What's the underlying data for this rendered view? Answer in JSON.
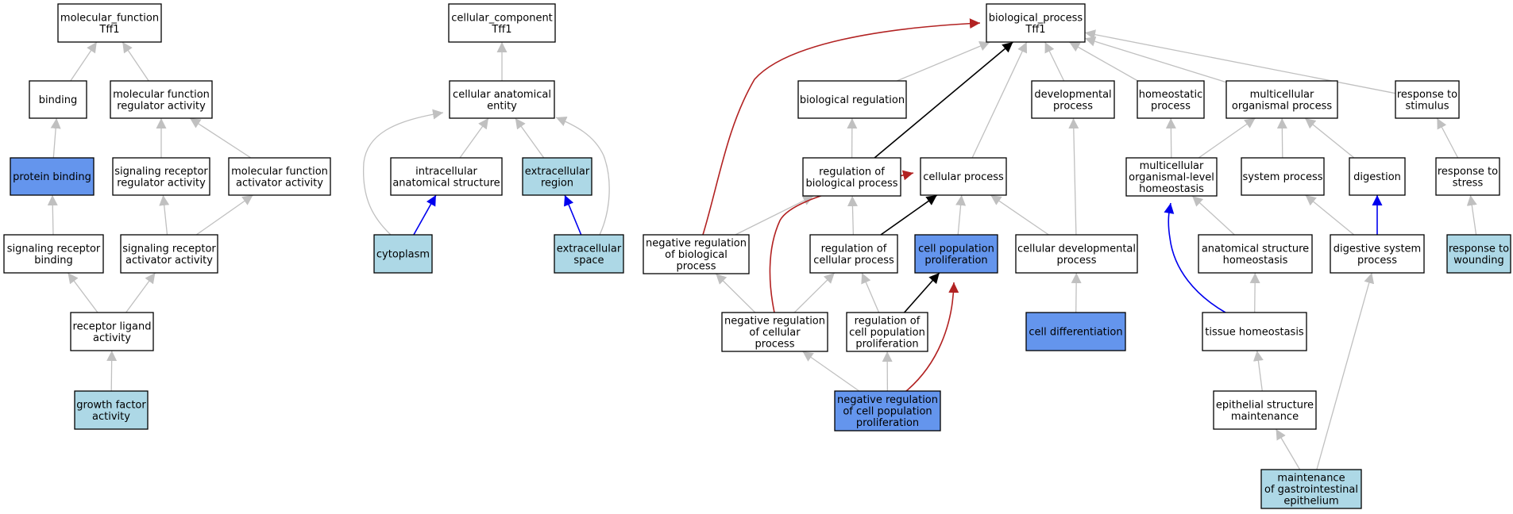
{
  "colors": {
    "fill_plain": "#ffffff",
    "fill_light": "#add8e6",
    "fill_medium": "#6495ed",
    "edge_gray": "#c0c0c0",
    "edge_black": "#000000",
    "edge_blue": "#0000ee",
    "edge_red": "#b22222"
  },
  "nodes": [
    {
      "id": "mf",
      "lines": [
        "molecular_function",
        "Tff1"
      ],
      "fill": "plain"
    },
    {
      "id": "binding",
      "lines": [
        "binding"
      ],
      "fill": "plain"
    },
    {
      "id": "mfra",
      "lines": [
        "molecular function",
        "regulator activity"
      ],
      "fill": "plain"
    },
    {
      "id": "pb",
      "lines": [
        "protein binding"
      ],
      "fill": "medium"
    },
    {
      "id": "srra",
      "lines": [
        "signaling receptor",
        "regulator activity"
      ],
      "fill": "plain"
    },
    {
      "id": "mfaa",
      "lines": [
        "molecular function",
        "activator activity"
      ],
      "fill": "plain"
    },
    {
      "id": "srb",
      "lines": [
        "signaling receptor",
        "binding"
      ],
      "fill": "plain"
    },
    {
      "id": "sraa",
      "lines": [
        "signaling receptor",
        "activator activity"
      ],
      "fill": "plain"
    },
    {
      "id": "rla",
      "lines": [
        "receptor ligand",
        "activity"
      ],
      "fill": "plain"
    },
    {
      "id": "gfa",
      "lines": [
        "growth factor",
        "activity"
      ],
      "fill": "light"
    },
    {
      "id": "cc",
      "lines": [
        "cellular_component",
        "Tff1"
      ],
      "fill": "plain"
    },
    {
      "id": "cae",
      "lines": [
        "cellular anatomical",
        "entity"
      ],
      "fill": "plain"
    },
    {
      "id": "ias",
      "lines": [
        "intracellular",
        "anatomical structure"
      ],
      "fill": "plain"
    },
    {
      "id": "er",
      "lines": [
        "extracellular",
        "region"
      ],
      "fill": "light"
    },
    {
      "id": "cyto",
      "lines": [
        "cytoplasm"
      ],
      "fill": "light"
    },
    {
      "id": "es",
      "lines": [
        "extracellular",
        "space"
      ],
      "fill": "light"
    },
    {
      "id": "bp",
      "lines": [
        "biological_process",
        "Tff1"
      ],
      "fill": "plain"
    },
    {
      "id": "breg",
      "lines": [
        "biological regulation"
      ],
      "fill": "plain"
    },
    {
      "id": "dev",
      "lines": [
        "developmental",
        "process"
      ],
      "fill": "plain"
    },
    {
      "id": "homeo",
      "lines": [
        "homeostatic",
        "process"
      ],
      "fill": "plain"
    },
    {
      "id": "mop",
      "lines": [
        "multicellular",
        "organismal process"
      ],
      "fill": "plain"
    },
    {
      "id": "rts",
      "lines": [
        "response to",
        "stimulus"
      ],
      "fill": "plain"
    },
    {
      "id": "rbp",
      "lines": [
        "regulation of",
        "biological process"
      ],
      "fill": "plain"
    },
    {
      "id": "cp",
      "lines": [
        "cellular process"
      ],
      "fill": "plain"
    },
    {
      "id": "mlh",
      "lines": [
        "multicellular",
        "organismal-level",
        "homeostasis"
      ],
      "fill": "plain"
    },
    {
      "id": "sp",
      "lines": [
        "system process"
      ],
      "fill": "plain"
    },
    {
      "id": "dig",
      "lines": [
        "digestion"
      ],
      "fill": "plain"
    },
    {
      "id": "rtstress",
      "lines": [
        "response to",
        "stress"
      ],
      "fill": "plain"
    },
    {
      "id": "nrbp",
      "lines": [
        "negative regulation",
        "of biological",
        "process"
      ],
      "fill": "plain"
    },
    {
      "id": "rcp",
      "lines": [
        "regulation of",
        "cellular process"
      ],
      "fill": "plain"
    },
    {
      "id": "cpp",
      "lines": [
        "cell population",
        "proliferation"
      ],
      "fill": "medium"
    },
    {
      "id": "cdp",
      "lines": [
        "cellular developmental",
        "process"
      ],
      "fill": "plain"
    },
    {
      "id": "ash",
      "lines": [
        "anatomical structure",
        "homeostasis"
      ],
      "fill": "plain"
    },
    {
      "id": "dsp",
      "lines": [
        "digestive system",
        "process"
      ],
      "fill": "plain"
    },
    {
      "id": "rtw",
      "lines": [
        "response to",
        "wounding"
      ],
      "fill": "light"
    },
    {
      "id": "nrcp",
      "lines": [
        "negative regulation",
        "of cellular",
        "process"
      ],
      "fill": "plain"
    },
    {
      "id": "rcpp",
      "lines": [
        "regulation of",
        "cell population",
        "proliferation"
      ],
      "fill": "plain"
    },
    {
      "id": "cdiff",
      "lines": [
        "cell differentiation"
      ],
      "fill": "medium"
    },
    {
      "id": "th",
      "lines": [
        "tissue homeostasis"
      ],
      "fill": "plain"
    },
    {
      "id": "nrcpp",
      "lines": [
        "negative regulation",
        "of cell population",
        "proliferation"
      ],
      "fill": "medium"
    },
    {
      "id": "esm",
      "lines": [
        "epithelial structure",
        "maintenance"
      ],
      "fill": "plain"
    },
    {
      "id": "mge",
      "lines": [
        "maintenance",
        "of gastrointestinal",
        "epithelium"
      ],
      "fill": "light"
    }
  ],
  "edges": [
    {
      "from": "binding",
      "to": "mf",
      "kind": "gray"
    },
    {
      "from": "mfra",
      "to": "mf",
      "kind": "gray"
    },
    {
      "from": "pb",
      "to": "binding",
      "kind": "gray"
    },
    {
      "from": "srra",
      "to": "mfra",
      "kind": "gray"
    },
    {
      "from": "mfaa",
      "to": "mfra",
      "kind": "gray"
    },
    {
      "from": "srb",
      "to": "pb",
      "kind": "gray"
    },
    {
      "from": "sraa",
      "to": "srra",
      "kind": "gray"
    },
    {
      "from": "sraa",
      "to": "mfaa",
      "kind": "gray"
    },
    {
      "from": "rla",
      "to": "srb",
      "kind": "gray"
    },
    {
      "from": "rla",
      "to": "sraa",
      "kind": "gray"
    },
    {
      "from": "gfa",
      "to": "rla",
      "kind": "gray"
    },
    {
      "from": "cae",
      "to": "cc",
      "kind": "gray"
    },
    {
      "from": "ias",
      "to": "cae",
      "kind": "gray"
    },
    {
      "from": "er",
      "to": "cae",
      "kind": "gray"
    },
    {
      "from": "cyto",
      "to": "cae",
      "kind": "gray",
      "curve": "left"
    },
    {
      "from": "es",
      "to": "cae",
      "kind": "gray",
      "curve": "right"
    },
    {
      "from": "cyto",
      "to": "ias",
      "kind": "blue"
    },
    {
      "from": "es",
      "to": "er",
      "kind": "blue"
    },
    {
      "from": "breg",
      "to": "bp",
      "kind": "gray"
    },
    {
      "from": "dev",
      "to": "bp",
      "kind": "gray"
    },
    {
      "from": "homeo",
      "to": "bp",
      "kind": "gray"
    },
    {
      "from": "mop",
      "to": "bp",
      "kind": "gray"
    },
    {
      "from": "rts",
      "to": "bp",
      "kind": "gray"
    },
    {
      "from": "cp",
      "to": "bp",
      "kind": "gray"
    },
    {
      "from": "rbp",
      "to": "bp",
      "kind": "black"
    },
    {
      "from": "nrbp",
      "to": "bp",
      "kind": "red",
      "curve": "arc"
    },
    {
      "from": "rbp",
      "to": "breg",
      "kind": "gray"
    },
    {
      "from": "nrbp",
      "to": "rbp",
      "kind": "gray"
    },
    {
      "from": "rcp",
      "to": "rbp",
      "kind": "gray"
    },
    {
      "from": "rcp",
      "to": "cp",
      "kind": "black"
    },
    {
      "from": "cpp",
      "to": "cp",
      "kind": "gray"
    },
    {
      "from": "cdp",
      "to": "cp",
      "kind": "gray"
    },
    {
      "from": "cdp",
      "to": "dev",
      "kind": "gray"
    },
    {
      "from": "cdiff",
      "to": "cdp",
      "kind": "gray"
    },
    {
      "from": "nrcp",
      "to": "nrbp",
      "kind": "gray"
    },
    {
      "from": "nrcp",
      "to": "rcp",
      "kind": "gray"
    },
    {
      "from": "nrcp",
      "to": "cp",
      "kind": "red",
      "curve": "sweep"
    },
    {
      "from": "rcpp",
      "to": "rcp",
      "kind": "gray"
    },
    {
      "from": "rcpp",
      "to": "cpp",
      "kind": "black"
    },
    {
      "from": "nrcpp",
      "to": "nrcp",
      "kind": "gray"
    },
    {
      "from": "nrcpp",
      "to": "rcpp",
      "kind": "gray"
    },
    {
      "from": "nrcpp",
      "to": "cpp",
      "kind": "red",
      "curve": "up"
    },
    {
      "from": "mlh",
      "to": "homeo",
      "kind": "gray"
    },
    {
      "from": "mlh",
      "to": "mop",
      "kind": "gray"
    },
    {
      "from": "sp",
      "to": "mop",
      "kind": "gray"
    },
    {
      "from": "dig",
      "to": "mop",
      "kind": "gray"
    },
    {
      "from": "rtstress",
      "to": "rts",
      "kind": "gray"
    },
    {
      "from": "rtw",
      "to": "rtstress",
      "kind": "gray"
    },
    {
      "from": "ash",
      "to": "mlh",
      "kind": "gray"
    },
    {
      "from": "dsp",
      "to": "sp",
      "kind": "gray"
    },
    {
      "from": "dsp",
      "to": "dig",
      "kind": "blue"
    },
    {
      "from": "th",
      "to": "ash",
      "kind": "gray"
    },
    {
      "from": "th",
      "to": "mlh",
      "kind": "blue",
      "curve": "loop"
    },
    {
      "from": "esm",
      "to": "th",
      "kind": "gray"
    },
    {
      "from": "mge",
      "to": "esm",
      "kind": "gray"
    },
    {
      "from": "mge",
      "to": "dsp",
      "kind": "gray"
    }
  ]
}
